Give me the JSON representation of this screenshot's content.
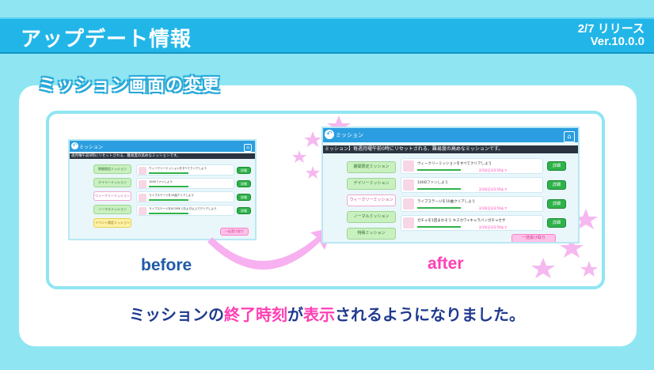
{
  "header": {
    "title": "アップデート情報",
    "release_date": "2/7 リリース",
    "version": "Ver.10.0.0"
  },
  "section": {
    "title": "ミッション画面の変更"
  },
  "before": {
    "caption": "before",
    "screen": {
      "header_label": "ミッション",
      "message": "週月曜午前0時にリセットされる、難易度の高めなミッションです。",
      "tabs": [
        "期間限定ミッション",
        "デイリーミッション",
        "ウィークリーミッション",
        "ノーマルミッション",
        "イベント限定ミッション"
      ],
      "rows": [
        {
          "text": "ウィークリーミッションをすべてクリアしよう",
          "button": "詳細"
        },
        {
          "text": "1000ファンしよう",
          "button": "詳細"
        },
        {
          "text": "ライブステージを10曲クリアしよう",
          "button": "詳細"
        },
        {
          "text": "ライブステージをSCORE Cおよび以上でクリアしよう",
          "button": "詳細"
        }
      ],
      "bulk_button": "一括受け取り"
    }
  },
  "after": {
    "caption": "after",
    "screen": {
      "header_label": "ミッション",
      "message": "ミッション】毎週月曜午前0時にリセットされる、難易度の高めなミッションです。",
      "tabs": [
        "期間限定ミッション",
        "デイリーミッション",
        "ウィークリーミッション",
        "ノーマルミッション",
        "特殊ミッション"
      ],
      "rows": [
        {
          "text": "ウィークリーミッションをすべてクリアしよう",
          "end": "2/10(日)23:59まで",
          "button": "詳細"
        },
        {
          "text": "100Dファンしよう",
          "end": "2/10(日)23:59まで",
          "button": "詳細"
        },
        {
          "text": "ライブステージを10曲クリアしよう",
          "end": "2/10(日)23:59まで",
          "button": "詳細"
        },
        {
          "text": "ガチャを1回まわそう キスカワ+キャラバンガチャセサ",
          "end": "2/10(日)23:59まで",
          "button": "詳細"
        }
      ],
      "bulk_button": "一括受け取り"
    }
  },
  "footer": {
    "prefix": "ミッションの",
    "highlight1": "終了時刻",
    "middle": "が",
    "highlight2": "表示",
    "suffix": "されるようになりました。"
  },
  "colors": {
    "background": "#8fe6f2",
    "title_bar": "#22b6e8",
    "accent_pink": "#ff3fb4",
    "text_navy": "#1f3a8f"
  }
}
